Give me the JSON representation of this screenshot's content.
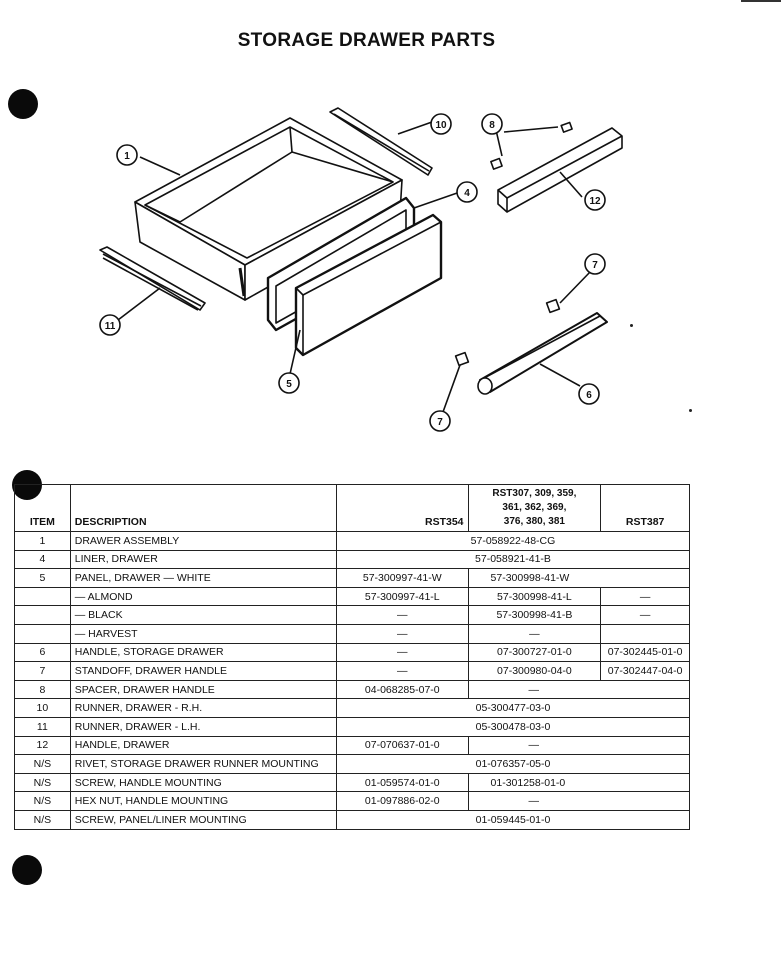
{
  "page_title": "STORAGE DRAWER PARTS",
  "diagram": {
    "callouts": [
      "1",
      "10",
      "8",
      "4",
      "12",
      "11",
      "5",
      "7",
      "6",
      "7"
    ]
  },
  "table": {
    "headers": {
      "item": "ITEM",
      "description": "DESCRIPTION",
      "col_a": "RST354",
      "col_b_line1": "RST307, 309, 359,",
      "col_b_line2": "361, 362, 369,",
      "col_b_line3": "376, 380, 381",
      "col_c": "RST387"
    },
    "rows": [
      {
        "item": "1",
        "desc": "DRAWER ASSEMBLY",
        "span": "57-058922-48-CG"
      },
      {
        "item": "4",
        "desc": "LINER, DRAWER",
        "span": "57-058921-41-B"
      },
      {
        "item": "5",
        "desc": "PANEL, DRAWER — WHITE",
        "a": "57-300997-41-W",
        "bc": "57-300998-41-W"
      },
      {
        "item": "",
        "desc": "— ALMOND",
        "a": "57-300997-41-L",
        "b": "57-300998-41-L",
        "c": "—"
      },
      {
        "item": "",
        "desc": "— BLACK",
        "a": "—",
        "b": "57-300998-41-B",
        "c": "—"
      },
      {
        "item": "",
        "desc": "— HARVEST",
        "a": "—",
        "b": "—",
        "c": ""
      },
      {
        "item": "6",
        "desc": "HANDLE, STORAGE DRAWER",
        "a": "—",
        "b": "07-300727-01-0",
        "c": "07-302445-01-0"
      },
      {
        "item": "7",
        "desc": "STANDOFF, DRAWER HANDLE",
        "a": "—",
        "b": "07-300980-04-0",
        "c": "07-302447-04-0"
      },
      {
        "item": "8",
        "desc": "SPACER, DRAWER HANDLE",
        "a": "04-068285-07-0",
        "bc": "—"
      },
      {
        "item": "10",
        "desc": "RUNNER, DRAWER - R.H.",
        "span": "05-300477-03-0"
      },
      {
        "item": "11",
        "desc": "RUNNER, DRAWER - L.H.",
        "span": "05-300478-03-0"
      },
      {
        "item": "12",
        "desc": "HANDLE, DRAWER",
        "a": "07-070637-01-0",
        "bc": "—"
      },
      {
        "item": "N/S",
        "desc": "RIVET, STORAGE DRAWER RUNNER MOUNTING",
        "span": "01-076357-05-0"
      },
      {
        "item": "N/S",
        "desc": "SCREW, HANDLE MOUNTING",
        "a": "01-059574-01-0",
        "bc": "01-301258-01-0"
      },
      {
        "item": "N/S",
        "desc": "HEX NUT, HANDLE MOUNTING",
        "a": "01-097886-02-0",
        "bc": "—"
      },
      {
        "item": "N/S",
        "desc": "SCREW, PANEL/LINER MOUNTING",
        "span": "01-059445-01-0"
      }
    ]
  }
}
